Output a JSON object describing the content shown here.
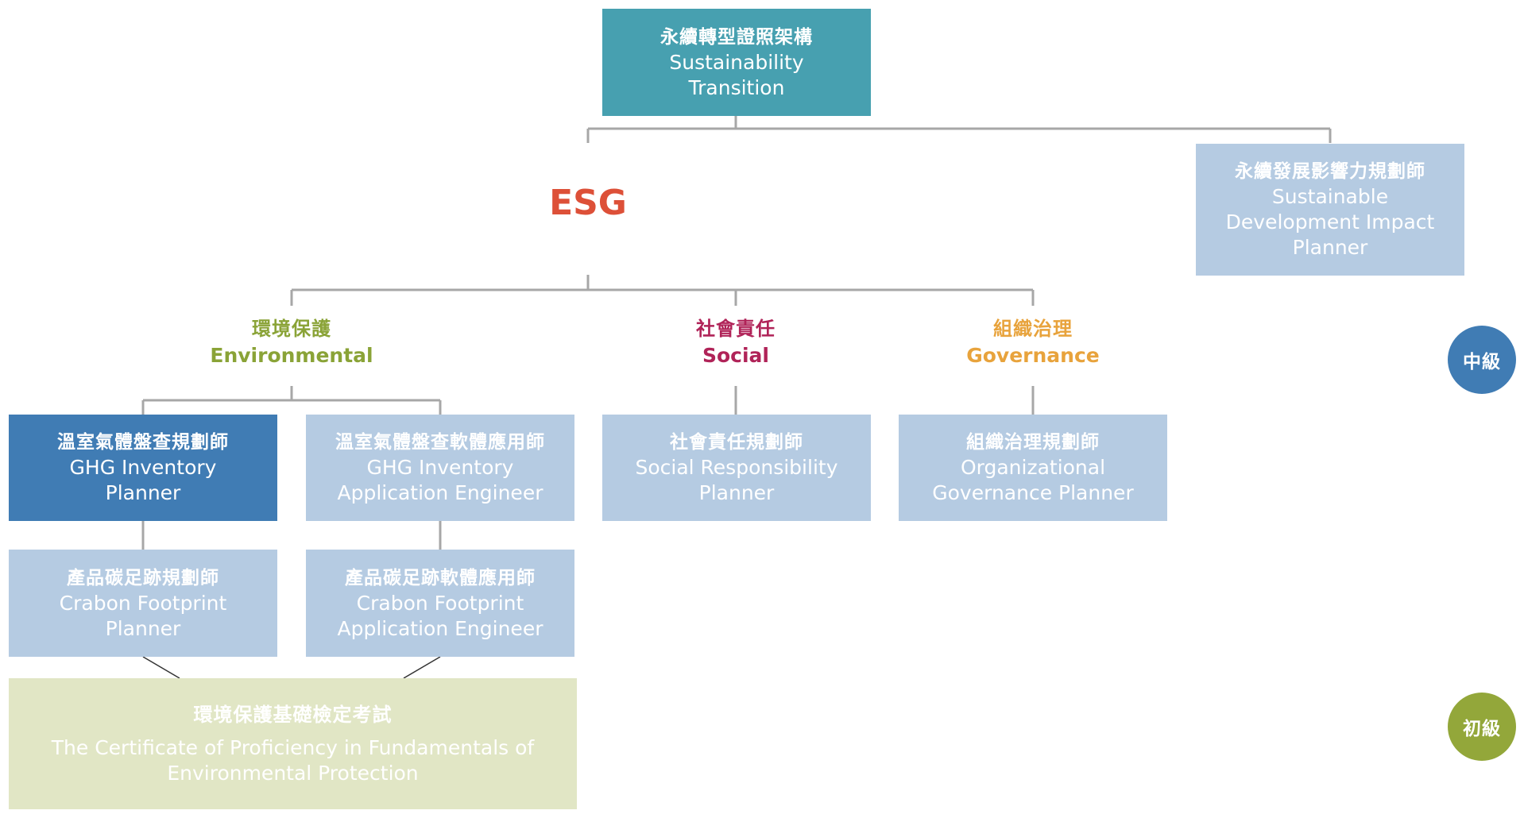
{
  "top": {
    "zh": "永續轉型證照架構",
    "en": "Sustainability\nTransition"
  },
  "sdi": {
    "zh": "永續發展影響力規劃師",
    "en": "Sustainable\nDevelopment Impact\nPlanner"
  },
  "esg_label": "ESG",
  "pillars": {
    "environmental": {
      "zh": "環境保護",
      "en": "Environmental",
      "color": "#8aa337"
    },
    "social": {
      "zh": "社會責任",
      "en": "Social",
      "color": "#b02358"
    },
    "governance": {
      "zh": "組織治理",
      "en": "Governance",
      "color": "#e8a33c"
    }
  },
  "boxes": {
    "ghg_planner": {
      "zh": "溫室氣體盤查規劃師",
      "en": "GHG Inventory\nPlanner"
    },
    "ghg_engineer": {
      "zh": "溫室氣體盤查軟體應用師",
      "en": "GHG Inventory\nApplication Engineer"
    },
    "social_planner": {
      "zh": "社會責任規劃師",
      "en": "Social Responsibility\nPlanner"
    },
    "governance_planner": {
      "zh": "組織治理規劃師",
      "en": "Organizational\nGovernance Planner"
    },
    "cfp_planner": {
      "zh": "產品碳足跡規劃師",
      "en": "Crabon Footprint\nPlanner"
    },
    "cfp_engineer": {
      "zh": "產品碳足跡軟體應用師",
      "en": "Crabon Footprint\nApplication Engineer"
    }
  },
  "certificate": {
    "zh": "環境保護基礎檢定考試",
    "en": "The Certificate of Proficiency in Fundamentals of\nEnvironmental Protection"
  },
  "levels": {
    "intermediate": {
      "label": "中級",
      "color": "#407cb4"
    },
    "beginner": {
      "label": "初級",
      "color": "#93a73a"
    }
  }
}
